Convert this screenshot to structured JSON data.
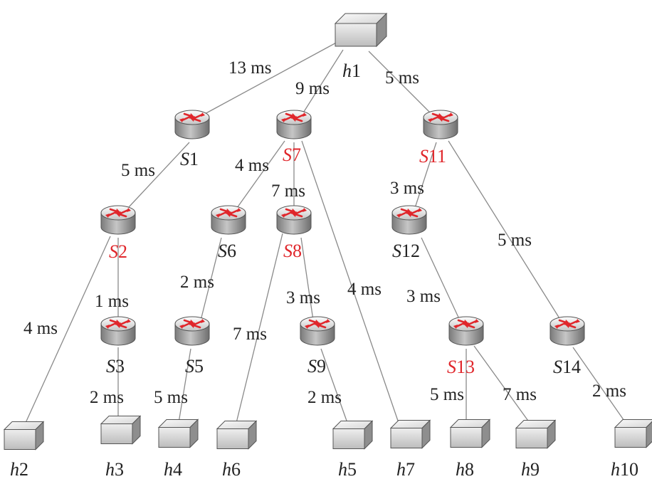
{
  "colors": {
    "link": "#8a8a8a",
    "label": "#222222",
    "normal_name": "#222222",
    "highlight_name": "#e0262b",
    "router_arrows": "#e0262b",
    "host_fill": "#c9c9c9"
  },
  "nodes": [
    {
      "id": "h1",
      "type": "host",
      "prefix": "h",
      "num": "1"
    },
    {
      "id": "S1",
      "type": "switch",
      "prefix": "S",
      "num": "1",
      "highlight": false
    },
    {
      "id": "S7",
      "type": "switch",
      "prefix": "S",
      "num": "7",
      "highlight": true
    },
    {
      "id": "S11",
      "type": "switch",
      "prefix": "S",
      "num": "11",
      "highlight": true
    },
    {
      "id": "S2",
      "type": "switch",
      "prefix": "S",
      "num": "2",
      "highlight": true
    },
    {
      "id": "S6",
      "type": "switch",
      "prefix": "S",
      "num": "6",
      "highlight": false
    },
    {
      "id": "S8",
      "type": "switch",
      "prefix": "S",
      "num": "8",
      "highlight": true
    },
    {
      "id": "S12",
      "type": "switch",
      "prefix": "S",
      "num": "12",
      "highlight": false
    },
    {
      "id": "S3",
      "type": "switch",
      "prefix": "S",
      "num": "3",
      "highlight": false
    },
    {
      "id": "S5",
      "type": "switch",
      "prefix": "S",
      "num": "5",
      "highlight": false
    },
    {
      "id": "S9",
      "type": "switch",
      "prefix": "S",
      "num": "9",
      "highlight": false
    },
    {
      "id": "S13",
      "type": "switch",
      "prefix": "S",
      "num": "13",
      "highlight": true
    },
    {
      "id": "S14",
      "type": "switch",
      "prefix": "S",
      "num": "14",
      "highlight": false
    },
    {
      "id": "h2",
      "type": "host",
      "prefix": "h",
      "num": "2"
    },
    {
      "id": "h3",
      "type": "host",
      "prefix": "h",
      "num": "3"
    },
    {
      "id": "h4",
      "type": "host",
      "prefix": "h",
      "num": "4"
    },
    {
      "id": "h6",
      "type": "host",
      "prefix": "h",
      "num": "6"
    },
    {
      "id": "h5",
      "type": "host",
      "prefix": "h",
      "num": "5"
    },
    {
      "id": "h7",
      "type": "host",
      "prefix": "h",
      "num": "7"
    },
    {
      "id": "h8",
      "type": "host",
      "prefix": "h",
      "num": "8"
    },
    {
      "id": "h9",
      "type": "host",
      "prefix": "h",
      "num": "9"
    },
    {
      "id": "h10",
      "type": "host",
      "prefix": "h",
      "num": "10"
    }
  ],
  "links": [
    {
      "from": "h1",
      "to": "S1",
      "delay": "13 ms"
    },
    {
      "from": "h1",
      "to": "S7",
      "delay": "9 ms"
    },
    {
      "from": "h1",
      "to": "S11",
      "delay": "5 ms"
    },
    {
      "from": "S1",
      "to": "S2",
      "delay": "5 ms"
    },
    {
      "from": "S7",
      "to": "S6",
      "delay": "4 ms"
    },
    {
      "from": "S7",
      "to": "S8",
      "delay": "7 ms"
    },
    {
      "from": "S7",
      "to": "h7",
      "delay": "4 ms"
    },
    {
      "from": "S11",
      "to": "S12",
      "delay": "3 ms"
    },
    {
      "from": "S11",
      "to": "S14",
      "delay": "5 ms"
    },
    {
      "from": "S2",
      "to": "h2",
      "delay": "4 ms"
    },
    {
      "from": "S2",
      "to": "S3",
      "delay": "1 ms"
    },
    {
      "from": "S3",
      "to": "h3",
      "delay": "2 ms"
    },
    {
      "from": "S6",
      "to": "S5",
      "delay": "2 ms"
    },
    {
      "from": "S5",
      "to": "h4",
      "delay": "5 ms"
    },
    {
      "from": "S8",
      "to": "h6",
      "delay": "7 ms"
    },
    {
      "from": "S8",
      "to": "S9",
      "delay": "3 ms"
    },
    {
      "from": "S9",
      "to": "h5",
      "delay": "2 ms"
    },
    {
      "from": "S12",
      "to": "S13",
      "delay": "3 ms"
    },
    {
      "from": "S13",
      "to": "h8",
      "delay": "5 ms"
    },
    {
      "from": "S13",
      "to": "h9",
      "delay": "7 ms"
    },
    {
      "from": "S14",
      "to": "h10",
      "delay": "2 ms"
    }
  ]
}
